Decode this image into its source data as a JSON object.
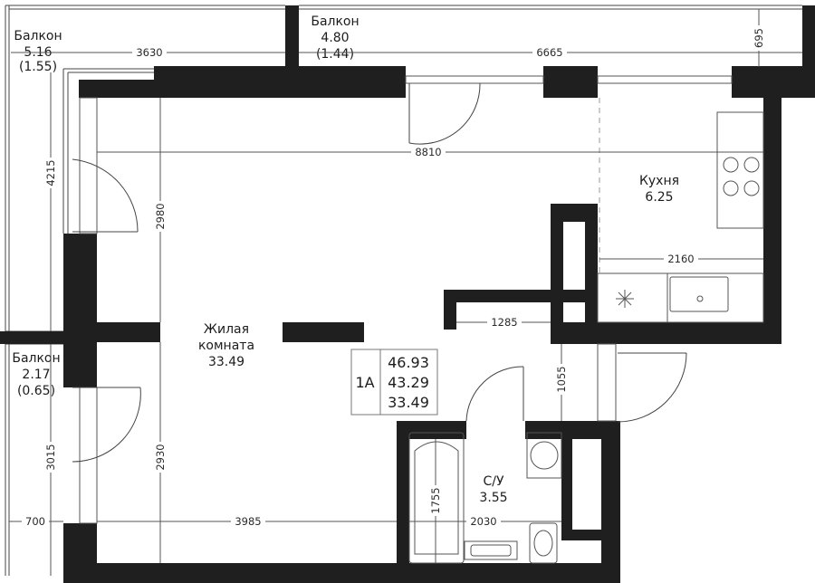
{
  "apartment": {
    "type": "1A",
    "total_area": "46.93",
    "area_without_balconies": "43.29",
    "living_area": "33.49"
  },
  "rooms": {
    "balcony_top_left": {
      "name": "Балкон",
      "area": "5.16",
      "area_coef": "(1.55)"
    },
    "balcony_top": {
      "name": "Балкон",
      "area": "4.80",
      "area_coef": "(1.44)"
    },
    "balcony_left": {
      "name": "Балкон",
      "area": "2.17",
      "area_coef": "(0.65)"
    },
    "kitchen": {
      "name": "Кухня",
      "area": "6.25"
    },
    "living": {
      "name_line1": "Жилая",
      "name_line2": "комната",
      "area": "33.49"
    },
    "bathroom": {
      "name": "С/У",
      "area": "3.55"
    }
  },
  "dimensions": {
    "d3630": "3630",
    "d6665": "6665",
    "d695": "695",
    "d4215": "4215",
    "d8810": "8810",
    "d2980": "2980",
    "d2160": "2160",
    "d1285": "1285",
    "d1055": "1055",
    "d3015": "3015",
    "d2930": "2930",
    "d1755": "1755",
    "d700": "700",
    "d3985": "3985",
    "d2030": "2030"
  }
}
